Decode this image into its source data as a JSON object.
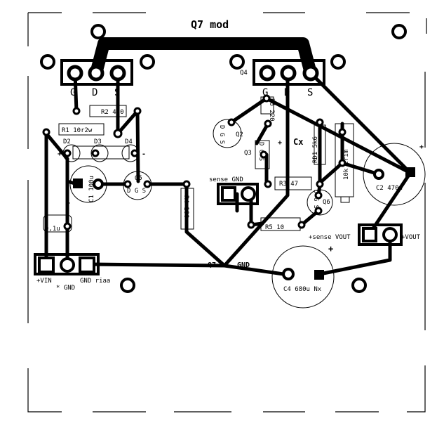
{
  "title": "Q7 mod",
  "pin_labels": {
    "left_g": "G",
    "left_d": "D",
    "left_s": "S",
    "right_g": "G",
    "right_d": "D",
    "right_s": "S"
  },
  "components": {
    "q4": "Q4",
    "q2": "Q2",
    "q3": "Q3",
    "q5": "Q5",
    "q6": "Q6",
    "r1": "R1 10r2w",
    "r2": "R2 470",
    "r3": "R3 47",
    "r4": "R4 100",
    "r5": "R5 10",
    "r6": "R6 220",
    "rd1": "RD1 5k6",
    "trim": "10k trim",
    "c1": "C1 100u",
    "c2": "C2 470u",
    "c4": "C4 680u Nx",
    "c3": "0,1u",
    "d2": "D2",
    "d3": "D3",
    "d4": "D4",
    "cx": "Cx"
  },
  "pin_marks": {
    "q2": "D G S",
    "q5": "D G S",
    "q6": "D G S",
    "q3": "D G S"
  },
  "labels": {
    "sense_gnd": "sense GND",
    "sense_vout": "+sense VOUT",
    "vout": "+VOUT",
    "vin": "+VIN",
    "gnd": "* GND",
    "gnd_riaa": "GND riaa",
    "gnd_mid": "GND",
    "q7": "Q7",
    "plus": "+",
    "minus": "-"
  }
}
